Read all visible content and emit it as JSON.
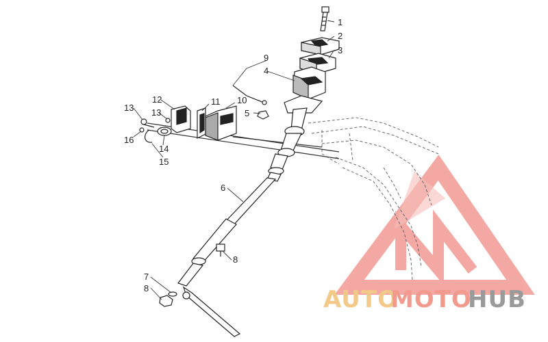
{
  "diagram": {
    "callouts": [
      {
        "id": "1",
        "label": "1"
      },
      {
        "id": "2",
        "label": "2"
      },
      {
        "id": "3",
        "label": "3"
      },
      {
        "id": "9",
        "label": "9"
      },
      {
        "id": "4",
        "label": "4"
      },
      {
        "id": "12",
        "label": "12"
      },
      {
        "id": "11",
        "label": "11"
      },
      {
        "id": "10",
        "label": "10"
      },
      {
        "id": "5",
        "label": "5"
      },
      {
        "id": "13a",
        "label": "13"
      },
      {
        "id": "13b",
        "label": "13"
      },
      {
        "id": "16",
        "label": "16"
      },
      {
        "id": "14",
        "label": "14"
      },
      {
        "id": "15",
        "label": "15"
      },
      {
        "id": "6",
        "label": "6"
      },
      {
        "id": "8a",
        "label": "8"
      },
      {
        "id": "7",
        "label": "7"
      },
      {
        "id": "8b",
        "label": "8"
      }
    ]
  },
  "watermark": {
    "part1": "AUTO",
    "part2": "MOTO",
    "part3": "HUB",
    "color_auto": "#f3c98a",
    "color_moto": "#f29a8e",
    "color_hub": "#9a9a9a",
    "logo_color": "#f08c86"
  }
}
